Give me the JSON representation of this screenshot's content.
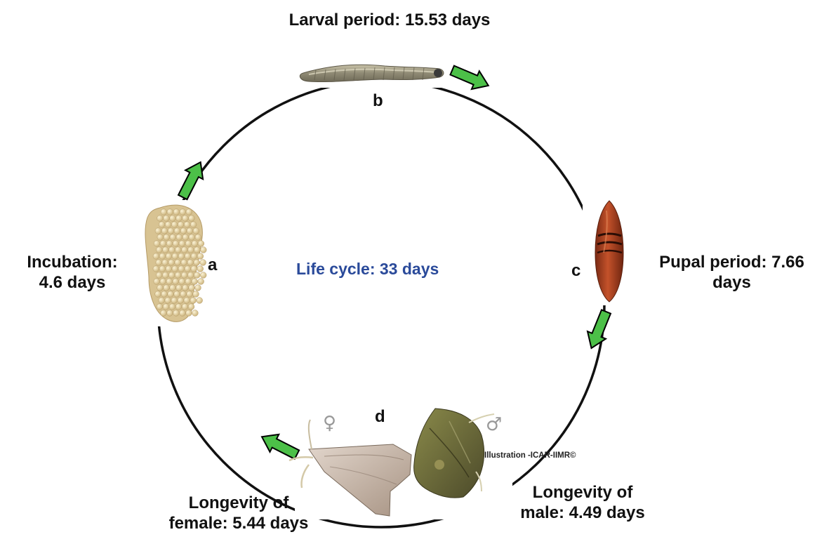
{
  "colors": {
    "cycle_line": "#111111",
    "arrow_fill": "#4cc048",
    "arrow_stroke": "#000000",
    "center_title": "#2a4a9a",
    "label_text": "#111111"
  },
  "center": {
    "title": "Life cycle: 33 days"
  },
  "stages": {
    "a": {
      "letter": "a",
      "label_line1": "Incubation:",
      "label_line2": "4.6 days",
      "image": "egg-mass"
    },
    "b": {
      "letter": "b",
      "label": "Larval period: 15.53 days",
      "image": "larva"
    },
    "c": {
      "letter": "c",
      "label_line1": "Pupal period: 7.66",
      "label_line2": "days",
      "image": "pupa"
    },
    "d": {
      "letter": "d",
      "female": {
        "symbol": "♀",
        "label_line1": "Longevity of",
        "label_line2": "female: 5.44 days",
        "image": "female-moth"
      },
      "male": {
        "symbol": "♂",
        "label_line1": "Longevity of",
        "label_line2": "male: 4.49 days",
        "image": "male-moth"
      }
    }
  },
  "credit": "Illustration -ICAR-IIMR©"
}
